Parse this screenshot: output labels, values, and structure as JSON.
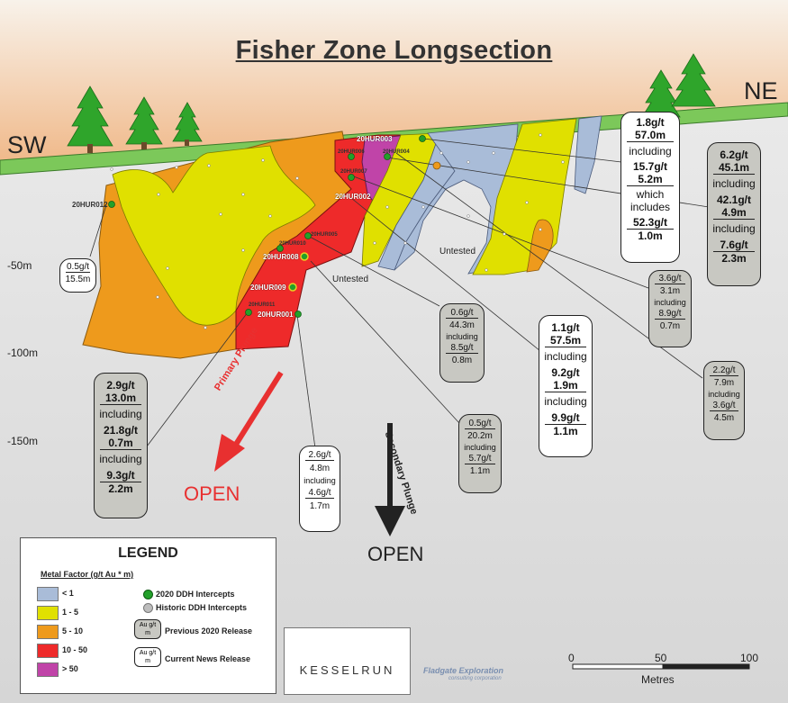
{
  "title": "Fisher Zone Longsection",
  "directions": {
    "left": "SW",
    "right": "NE"
  },
  "depth_labels": [
    "-50m",
    "-100m",
    "-150m"
  ],
  "untested_label": "Untested",
  "drill_holes": {
    "h003": "20HUR003",
    "h006": "20HUR006",
    "h004": "20HUR004",
    "h007": "20HUR007",
    "h002": "20HUR002",
    "h012": "20HUR012",
    "h005": "20HUR005",
    "h010": "20HUR010",
    "h008": "20HUR008",
    "h009": "20HUR009",
    "h011": "20HUR011",
    "h001": "20HUR001"
  },
  "intercepts": {
    "hur003": {
      "l1": "1.8g/t",
      "l2": "57.0m",
      "l3": "including",
      "l4": "15.7g/t",
      "l5": "5.2m",
      "l6": "which",
      "l7": "includes",
      "l8": "52.3g/t",
      "l9": "1.0m"
    },
    "ne_prev": {
      "l1": "6.2g/t",
      "l2": "45.1m",
      "l3": "including",
      "l4": "42.1g/t",
      "l5": "4.9m",
      "l6": "including",
      "l7": "7.6g/t",
      "l8": "2.3m"
    },
    "hur012": {
      "l1": "0.5g/t",
      "l2": "15.5m"
    },
    "prev_36": {
      "l1": "3.6g/t",
      "l2": "3.1m",
      "l3": "including",
      "l4": "8.9g/t",
      "l5": "0.7m"
    },
    "prev_06": {
      "l1": "0.6g/t",
      "l2": "44.3m",
      "l3": "including",
      "l4": "8.5g/t",
      "l5": "0.8m"
    },
    "curr_11": {
      "l1": "1.1g/t",
      "l2": "57.5m",
      "l3": "including",
      "l4": "9.2g/t",
      "l5": "1.9m",
      "l6": "including",
      "l7": "9.9g/t",
      "l8": "1.1m"
    },
    "prev_22": {
      "l1": "2.2g/t",
      "l2": "7.9m",
      "l3": "including",
      "l4": "3.6g/t",
      "l5": "4.5m"
    },
    "hur011": {
      "l1": "2.9g/t",
      "l2": "13.0m",
      "l3": "including",
      "l4": "21.8g/t",
      "l5": "0.7m",
      "l6": "including",
      "l7": "9.3g/t",
      "l8": "2.2m"
    },
    "prev_05": {
      "l1": "0.5g/t",
      "l2": "20.2m",
      "l3": "including",
      "l4": "5.7g/t",
      "l5": "1.1m"
    },
    "hur001": {
      "l1": "2.6g/t",
      "l2": "4.8m",
      "l3": "including",
      "l4": "4.6g/t",
      "l5": "1.7m"
    }
  },
  "plunges": {
    "primary": "Primary Plunge",
    "secondary": "Secondary Plunge",
    "open": "OPEN"
  },
  "legend": {
    "title": "LEGEND",
    "subtitle": "Metal Factor (g/t Au * m)",
    "classes": [
      {
        "label": "< 1",
        "color": "#a9bcd8"
      },
      {
        "label": "1 - 5",
        "color": "#e0e000"
      },
      {
        "label": "5 - 10",
        "color": "#ee9a1c"
      },
      {
        "label": "10 - 50",
        "color": "#ee2a2a"
      },
      {
        "label": "> 50",
        "color": "#c044a8"
      }
    ],
    "dot_2020": "2020 DDH Intercepts",
    "dot_historic": "Historic DDH Intercepts",
    "prev_release": "Previous 2020 Release",
    "curr_release": "Current News Release",
    "mini_top": "Au g/t",
    "mini_bottom": "m"
  },
  "logo": {
    "name": "KESSELRUN",
    "consultant": "Fladgate Exploration",
    "consultant_sub": "consulting corporation"
  },
  "scale": {
    "ticks": [
      "0",
      "50",
      "100"
    ],
    "unit": "Metres"
  }
}
